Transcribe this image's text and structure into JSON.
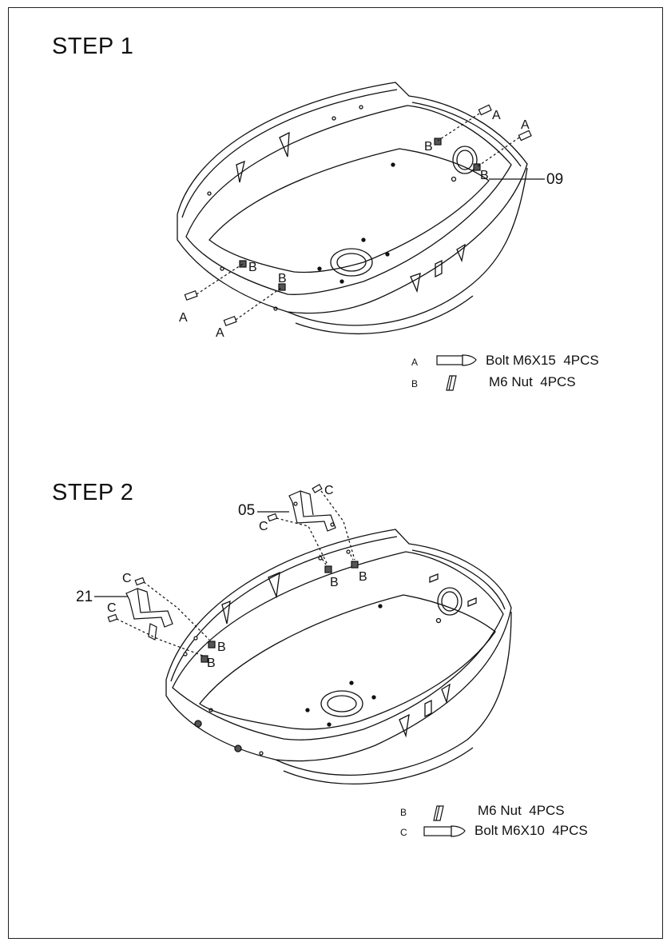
{
  "steps": [
    {
      "title": "STEP 1",
      "part_labels": [
        "09"
      ],
      "callouts": {
        "a": "A",
        "b": "B"
      },
      "legend": [
        {
          "code": "A",
          "text": "Bolt M6X15  4PCS"
        },
        {
          "code": "B",
          "text": "M6 Nut  4PCS"
        }
      ]
    },
    {
      "title": "STEP 2",
      "part_labels": [
        "05",
        "21"
      ],
      "callouts": {
        "b": "B",
        "c": "C"
      },
      "legend": [
        {
          "code": "B",
          "text": "M6 Nut  4PCS"
        },
        {
          "code": "C",
          "text": "Bolt M6X10  4PCS"
        }
      ]
    }
  ]
}
